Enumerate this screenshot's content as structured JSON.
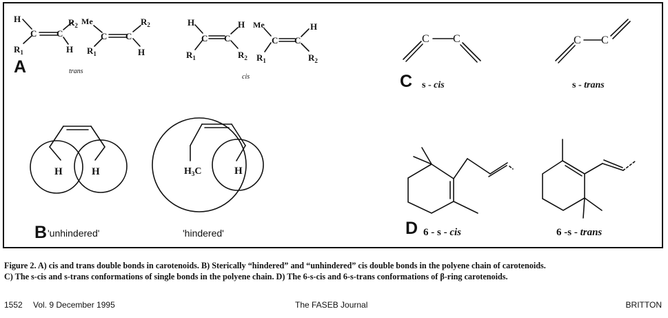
{
  "figure": {
    "panel_a": {
      "letter": "A",
      "trans_label": "trans",
      "cis_label": "cis",
      "atoms": {
        "c": "C",
        "h": "H",
        "me": "Me",
        "r1": "R",
        "r2": "R",
        "sub1": "1",
        "sub2": "2"
      }
    },
    "panel_b": {
      "letter": "B",
      "unhindered_label": "'unhindered'",
      "hindered_label": "'hindered'",
      "h": "H",
      "methyl": "H",
      "methyl_sub": "3",
      "methyl_c": "C"
    },
    "panel_c": {
      "letter": "C",
      "cis_prefix": "s - ",
      "cis_word": "cis",
      "trans_prefix": "s - ",
      "trans_word": "trans",
      "c": "C"
    },
    "panel_d": {
      "letter": "D",
      "cis_prefix": "6 - s - ",
      "cis_word": "cis",
      "trans_prefix": "6 -s - ",
      "trans_word": "trans"
    }
  },
  "caption": {
    "p1": "Figure 2. A) cis and trans double bonds in carotenoids. B) Sterically “hindered” and “unhindered” cis double bonds in the polyene chain of carotenoids.",
    "p2": "C) The s-cis and s-trans conformations of single bonds in the polyene chain. D) The 6-s-cis and 6-s-trans conformations of β-ring carotenoids."
  },
  "footer": {
    "page": "1552",
    "volume": "Vol. 9 December 1995",
    "journal": "The FASEB Journal",
    "author": "BRITTON"
  }
}
